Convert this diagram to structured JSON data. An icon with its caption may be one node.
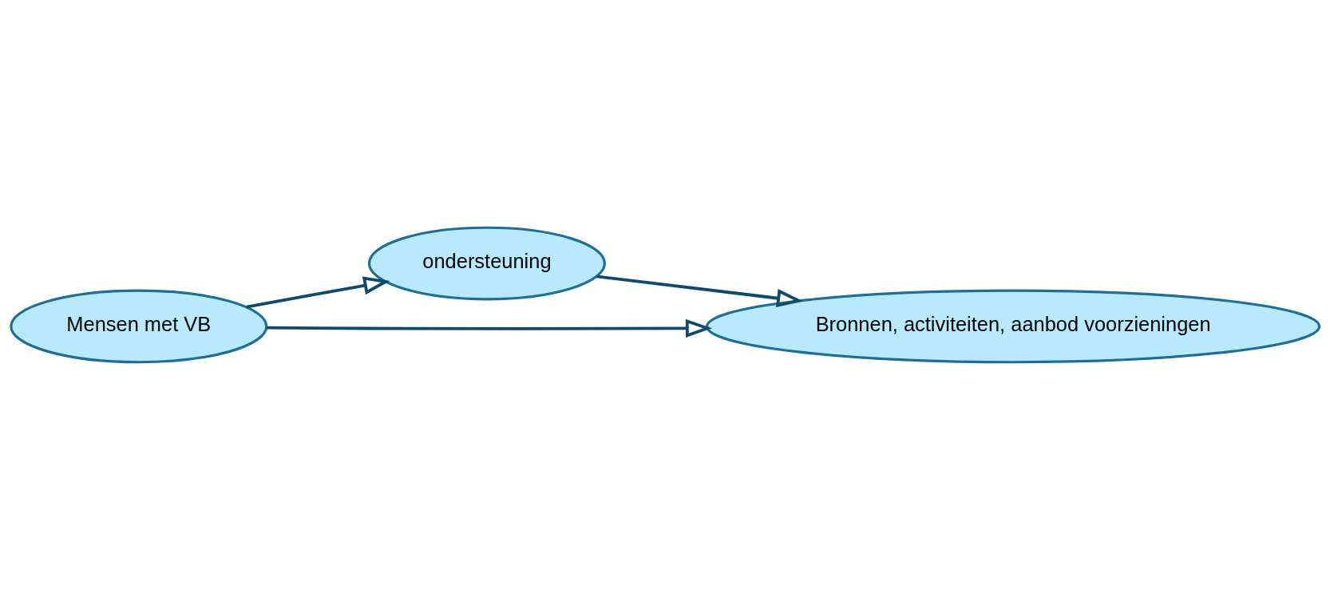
{
  "diagram": {
    "nodes": [
      {
        "text": [
          "Mensen met VB"
        ]
      },
      {
        "text": [
          "ondersteuning"
        ]
      },
      {
        "text": [
          "Bronnen, activiteiten, aanbod voorzieningen"
        ]
      }
    ],
    "edges": [
      {
        "from": 0,
        "to": 2,
        "arrow": "to"
      },
      {
        "from": 0,
        "to": 1,
        "arrow": "to"
      },
      {
        "from": 1,
        "to": 2,
        "arrow": "to"
      }
    ]
  }
}
